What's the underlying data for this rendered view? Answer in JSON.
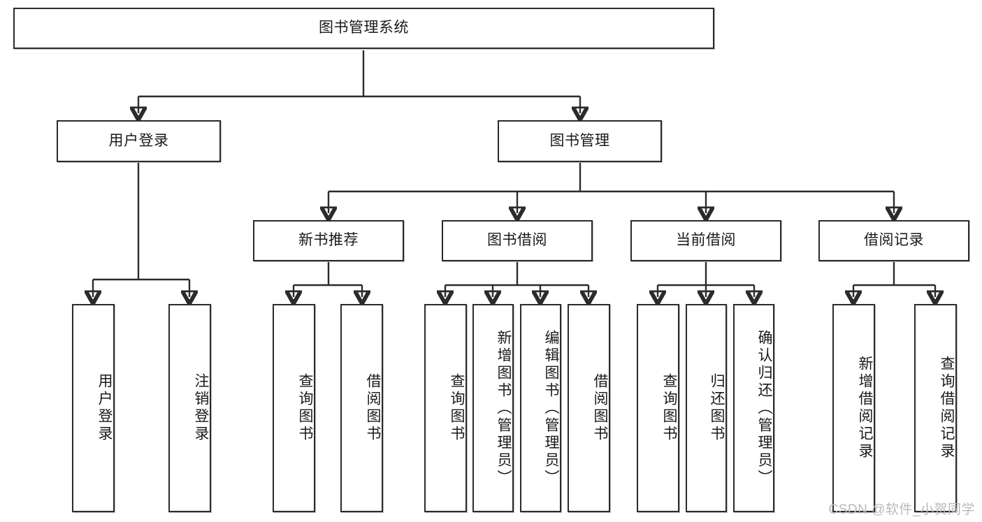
{
  "diagram": {
    "type": "tree",
    "title_node": {
      "label": "图书管理系统"
    },
    "level2": [
      {
        "id": "user-login",
        "label": "用户登录"
      },
      {
        "id": "book-manage",
        "label": "图书管理"
      }
    ],
    "level3": [
      {
        "id": "new-book-recommend",
        "label": "新书推荐"
      },
      {
        "id": "book-borrow",
        "label": "图书借阅"
      },
      {
        "id": "current-borrow",
        "label": "当前借阅"
      },
      {
        "id": "borrow-record",
        "label": "借阅记录"
      }
    ],
    "leaves": [
      {
        "id": "leaf-user-login",
        "label": "用户登录",
        "parent": "user-login"
      },
      {
        "id": "leaf-logout-login",
        "label": "注销登录",
        "parent": "user-login"
      },
      {
        "id": "leaf-query-book-1",
        "label": "查询图书",
        "parent": "new-book-recommend"
      },
      {
        "id": "leaf-borrow-book-1",
        "label": "借阅图书",
        "parent": "new-book-recommend"
      },
      {
        "id": "leaf-query-book-2",
        "label": "查询图书",
        "parent": "book-borrow"
      },
      {
        "id": "leaf-add-book",
        "label": "新增图书（管理员）",
        "parent": "book-borrow"
      },
      {
        "id": "leaf-edit-book",
        "label": "编辑图书（管理员）",
        "parent": "book-borrow"
      },
      {
        "id": "leaf-borrow-book-2",
        "label": "借阅图书",
        "parent": "book-borrow"
      },
      {
        "id": "leaf-query-book-3",
        "label": "查询图书",
        "parent": "current-borrow"
      },
      {
        "id": "leaf-return-book",
        "label": "归还图书",
        "parent": "current-borrow"
      },
      {
        "id": "leaf-confirm-return",
        "label": "确认归还（管理员）",
        "parent": "current-borrow"
      },
      {
        "id": "leaf-add-record",
        "label": "新增借阅记录",
        "parent": "borrow-record"
      },
      {
        "id": "leaf-query-record",
        "label": "查询借阅记录",
        "parent": "borrow-record"
      }
    ],
    "watermark": "CSDN @软件_小贺同学",
    "colors": {
      "stroke": "#2b2b2b",
      "fill": "#ffffff",
      "text": "#1a1a1a",
      "watermark": "#b9b9b9"
    }
  }
}
